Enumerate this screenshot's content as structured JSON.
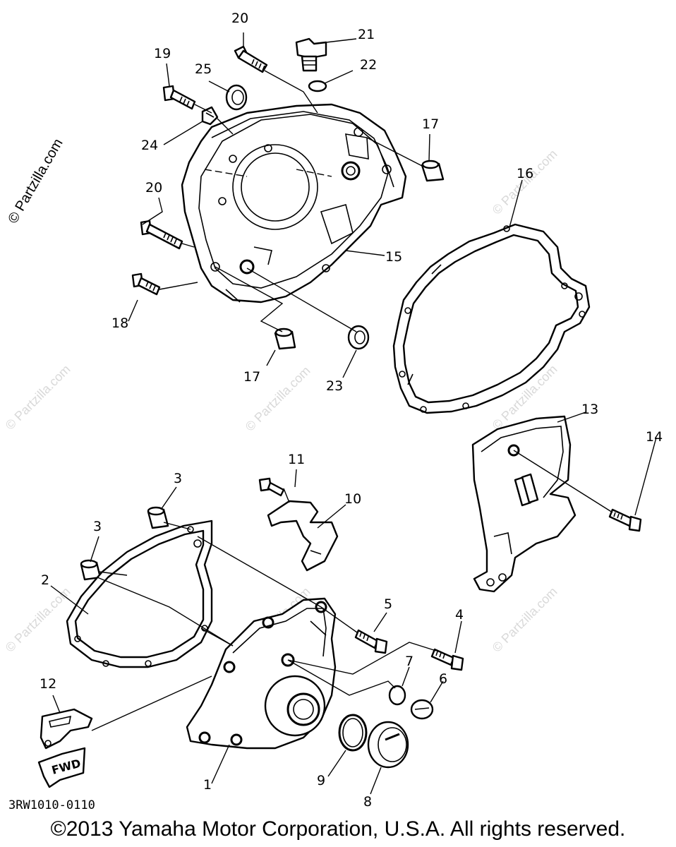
{
  "diagram": {
    "drawing_code": "3RW1010-0110",
    "watermark": "© Partzilla.com",
    "fwd_label": "FWD",
    "part_numbers": [
      "20",
      "21",
      "22",
      "19",
      "25",
      "24",
      "17",
      "16",
      "20",
      "15",
      "18",
      "17",
      "23",
      "13",
      "14",
      "11",
      "3",
      "10",
      "3",
      "2",
      "5",
      "4",
      "7",
      "6",
      "12",
      "9",
      "1",
      "8"
    ]
  },
  "footer": {
    "copyright": "©2013 Yamaha Motor Corporation, U.S.A. All rights reserved."
  }
}
